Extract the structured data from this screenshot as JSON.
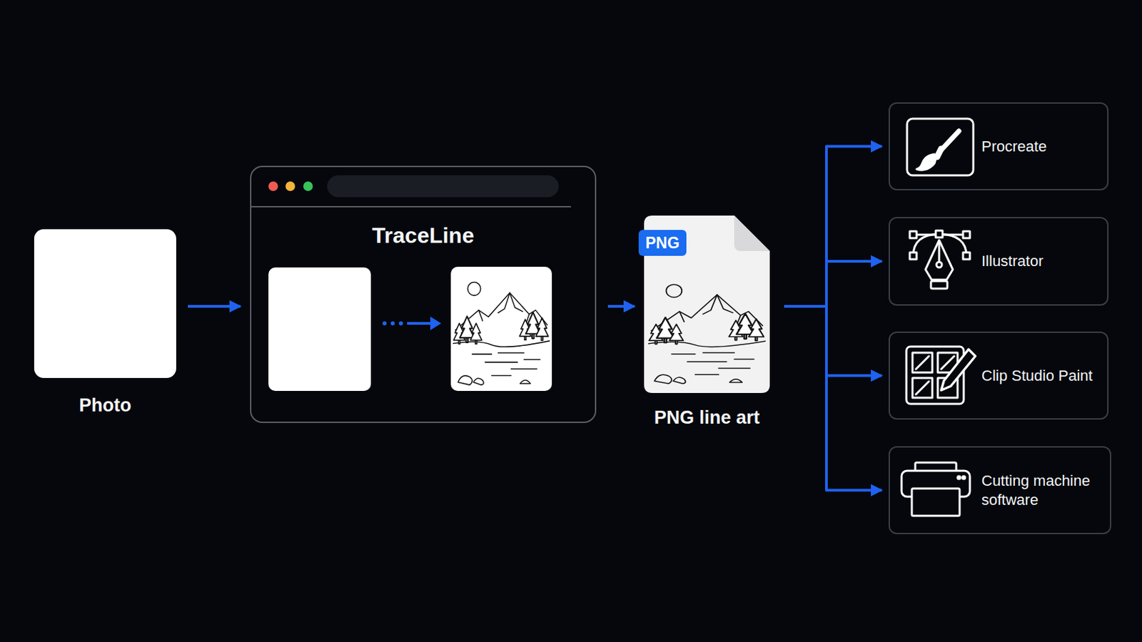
{
  "diagram": {
    "nodes": [
      {
        "text": [
          "Photo"
        ]
      },
      {
        "text": [
          "TraceLine"
        ]
      },
      {
        "text": [
          "PNG",
          "PNG line art"
        ]
      },
      {
        "text": [
          "Procreate"
        ]
      },
      {
        "text": [
          "Illustrator"
        ]
      },
      {
        "text": [
          "Clip Studio Paint"
        ]
      },
      {
        "text": [
          "Cutting machine software"
        ]
      }
    ],
    "edges": [
      {
        "from": 0,
        "to": 1,
        "arrow": "to"
      },
      {
        "from": 1,
        "to": 2,
        "arrow": "to"
      },
      {
        "from": 2,
        "to": 3,
        "arrow": "to"
      },
      {
        "from": 2,
        "to": 4,
        "arrow": "to"
      },
      {
        "from": 2,
        "to": 5,
        "arrow": "to"
      },
      {
        "from": 2,
        "to": 6,
        "arrow": "to"
      }
    ]
  }
}
